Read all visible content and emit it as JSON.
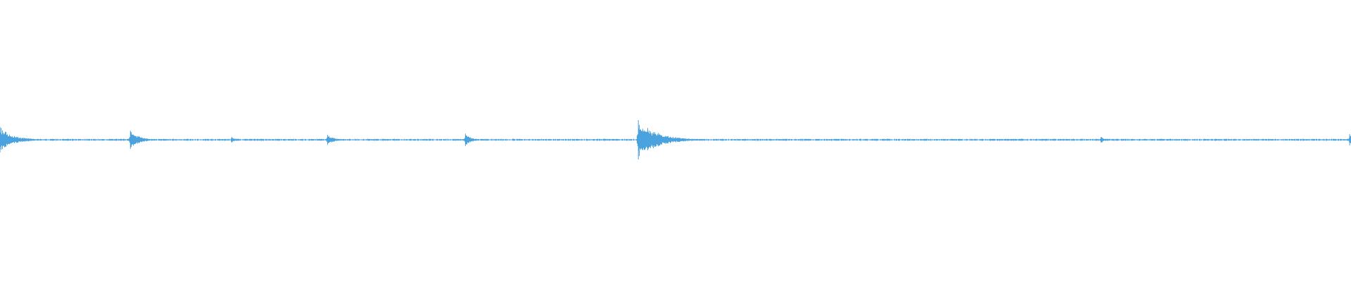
{
  "waveform": {
    "color": "#4aa3df",
    "background": "#ffffff",
    "markers": [
      {
        "name": "onset-start",
        "t": 0.0,
        "amp": 0.045,
        "decay": 0.01
      },
      {
        "name": "onset-1",
        "t": 0.0965,
        "amp": 0.032,
        "decay": 0.007
      },
      {
        "name": "onset-2",
        "t": 0.1715,
        "amp": 0.01,
        "decay": 0.003
      },
      {
        "name": "onset-3",
        "t": 0.2425,
        "amp": 0.018,
        "decay": 0.0055
      },
      {
        "name": "onset-4",
        "t": 0.3445,
        "amp": 0.022,
        "decay": 0.0045
      },
      {
        "name": "onset-5",
        "t": 0.4725,
        "amp": 0.07,
        "decay": 0.014
      },
      {
        "name": "onset-6",
        "t": 0.815,
        "amp": 0.01,
        "decay": 0.0035
      },
      {
        "name": "onset-end",
        "t": 0.999,
        "amp": 0.02,
        "decay": 0.002
      }
    ]
  }
}
